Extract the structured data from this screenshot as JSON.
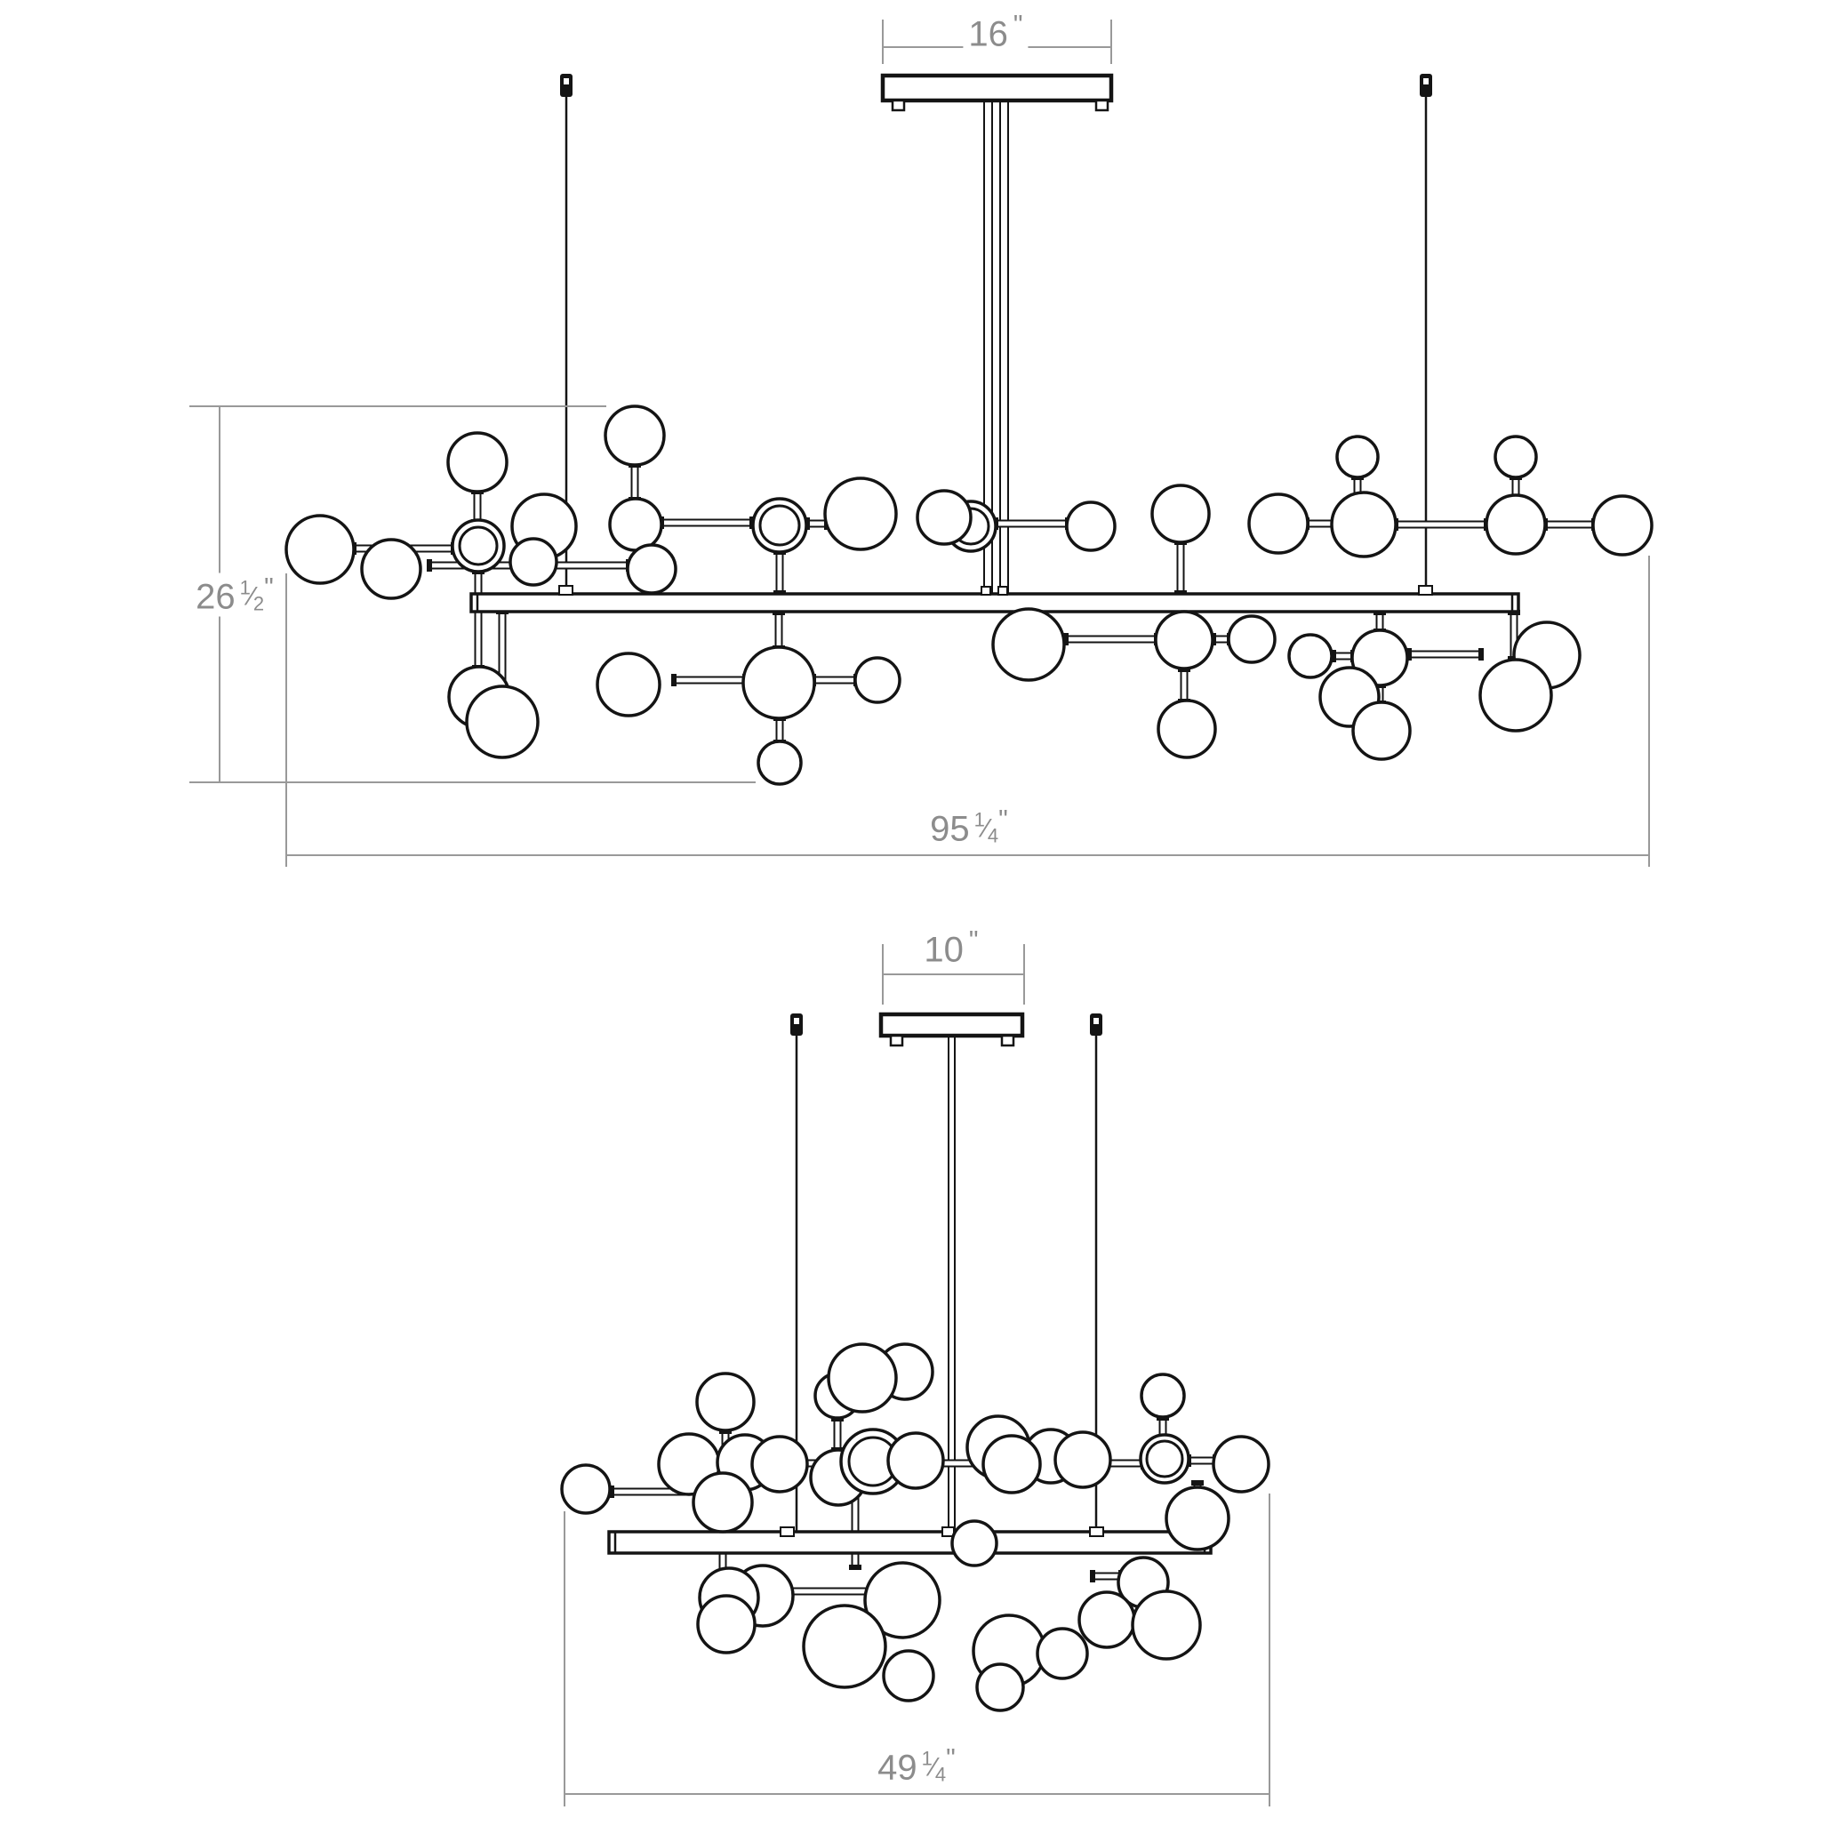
{
  "document": {
    "type": "lighting-fixture-specification-drawing",
    "background": "#ffffff"
  },
  "colors": {
    "line": "#141414",
    "fill": "#ffffff",
    "dimension": "#999999",
    "label": "#8c8c8c"
  },
  "dims": {
    "d16": {
      "whole": "16",
      "unit": "\""
    },
    "d26": {
      "whole": "26",
      "frac_num": "1",
      "frac_slash": "⁄",
      "frac_den": "2",
      "unit": "\""
    },
    "d95": {
      "whole": "95",
      "frac_num": "1",
      "frac_slash": "⁄",
      "frac_den": "4",
      "unit": "\""
    },
    "d10": {
      "whole": "10",
      "unit": "\""
    },
    "d49": {
      "whole": "49",
      "frac_num": "1",
      "frac_slash": "⁄",
      "frac_den": "4",
      "unit": "\""
    }
  },
  "diagram": {
    "dim_lines": {
      "h": [
        [
          993,
          53,
          1250
        ],
        [
          213,
          457,
          682
        ],
        [
          213,
          880,
          850
        ],
        [
          322,
          962,
          1855
        ],
        [
          993,
          1096,
          1152
        ],
        [
          635,
          2018,
          1428
        ]
      ],
      "v": [
        [
          993,
          22,
          72
        ],
        [
          1250,
          22,
          72
        ],
        [
          247,
          457,
          880
        ],
        [
          322,
          645,
          975
        ],
        [
          1855,
          625,
          975
        ],
        [
          993,
          1062,
          1130
        ],
        [
          1152,
          1062,
          1130
        ],
        [
          635,
          1700,
          2032
        ],
        [
          1428,
          1680,
          2032
        ]
      ]
    },
    "views": [
      {
        "name": "side-elevation",
        "cables": [
          [
            637,
            107,
            668
          ],
          [
            1604,
            107,
            668
          ]
        ],
        "fittings": [
          [
            630,
            83,
            14,
            26
          ],
          [
            1597,
            83,
            14,
            26
          ]
        ],
        "rods": [
          [
            1107,
            112,
            9,
            556
          ],
          [
            1125,
            112,
            9,
            556
          ]
        ],
        "canopy": [
          993,
          85,
          257,
          28
        ],
        "feet": [
          [
            1004,
            113,
            13,
            11
          ],
          [
            1233,
            113,
            13,
            11
          ]
        ],
        "rail": [
          530,
          668,
          1178,
          20
        ],
        "sleeves": [
          [
            629,
            659,
            15,
            10
          ],
          [
            1596,
            659,
            15,
            10
          ],
          [
            1104,
            660,
            10,
            9
          ],
          [
            1123,
            660,
            10,
            9
          ]
        ],
        "arms": [
          [
            398,
            617,
            510
          ],
          [
            483,
            636,
            707
          ],
          [
            744,
            588,
            846
          ],
          [
            908,
            589,
            930
          ],
          [
            1120,
            589,
            1201
          ],
          [
            1470,
            589,
            1500
          ],
          [
            1570,
            590,
            1672
          ],
          [
            1738,
            590,
            1793
          ],
          [
            1199,
            719,
            1301
          ],
          [
            1365,
            719,
            1383
          ],
          [
            1500,
            738,
            1522
          ],
          [
            1585,
            736,
            1666
          ],
          [
            758,
            765,
            838
          ],
          [
            915,
            765,
            963
          ]
        ],
        "stems": [
          [
            537,
            553,
            587
          ],
          [
            714,
            523,
            562
          ],
          [
            1328,
            610,
            667
          ],
          [
            1527,
            537,
            559
          ],
          [
            1705,
            537,
            559
          ],
          [
            877,
            621,
            667
          ],
          [
            538,
            643,
            751
          ],
          [
            565,
            688,
            774
          ],
          [
            876,
            689,
            729
          ],
          [
            877,
            808,
            835
          ],
          [
            1332,
            753,
            789
          ],
          [
            1552,
            689,
            710
          ],
          [
            1552,
            771,
            791
          ],
          [
            1703,
            689,
            741
          ]
        ],
        "nodes": [
          [
            "g",
            714,
            490,
            33
          ],
          [
            "g",
            537,
            520,
            33
          ],
          [
            "g",
            1527,
            514,
            23
          ],
          [
            "g",
            1705,
            514,
            23
          ],
          [
            "g",
            1227,
            592,
            27
          ],
          [
            "ring",
            1092,
            592,
            28,
            20
          ],
          [
            "g",
            1062,
            582,
            30
          ],
          [
            "g",
            968,
            578,
            40
          ],
          [
            "ring",
            877,
            591,
            30,
            22
          ],
          [
            "g",
            715,
            590,
            29
          ],
          [
            "g",
            733,
            640,
            27
          ],
          [
            "g",
            612,
            592,
            36
          ],
          [
            "g",
            600,
            632,
            26
          ],
          [
            "ring",
            538,
            614,
            29,
            21
          ],
          [
            "g",
            440,
            640,
            33
          ],
          [
            "g",
            360,
            618,
            38
          ],
          [
            "g",
            1328,
            578,
            32
          ],
          [
            "g",
            1438,
            589,
            33
          ],
          [
            "g",
            1534,
            590,
            36
          ],
          [
            "g",
            1705,
            590,
            33
          ],
          [
            "g",
            1825,
            591,
            33
          ],
          [
            "g",
            707,
            770,
            35
          ],
          [
            "g",
            876,
            768,
            40
          ],
          [
            "g",
            987,
            765,
            25
          ],
          [
            "g",
            877,
            858,
            24
          ],
          [
            "g",
            539,
            784,
            34
          ],
          [
            "g",
            565,
            812,
            40
          ],
          [
            "g",
            1157,
            725,
            40
          ],
          [
            "g",
            1332,
            720,
            32
          ],
          [
            "g",
            1408,
            719,
            26
          ],
          [
            "g",
            1335,
            820,
            32
          ],
          [
            "g",
            1740,
            737,
            37
          ],
          [
            "g",
            1705,
            782,
            40
          ],
          [
            "g",
            1474,
            738,
            24
          ],
          [
            "g",
            1552,
            740,
            31
          ],
          [
            "g",
            1518,
            784,
            33
          ],
          [
            "g",
            1554,
            822,
            32
          ]
        ]
      },
      {
        "name": "end-elevation",
        "cables": [
          [
            896,
            1165,
            1722
          ],
          [
            1233,
            1165,
            1722
          ]
        ],
        "fittings": [
          [
            889,
            1140,
            14,
            25
          ],
          [
            1226,
            1140,
            14,
            25
          ]
        ],
        "rods": [
          [
            1067,
            1164,
            7,
            558
          ]
        ],
        "canopy": [
          991,
          1141,
          159,
          24
        ],
        "feet": [
          [
            1002,
            1165,
            13,
            11
          ],
          [
            1127,
            1165,
            13,
            11
          ]
        ],
        "rail": [
          685,
          1723,
          677,
          24
        ],
        "sleeves": [
          [
            878,
            1718,
            15,
            10
          ],
          [
            1060,
            1718,
            13,
            10
          ],
          [
            1226,
            1718,
            15,
            10
          ]
        ],
        "arms": [
          [
            688,
            1678,
            793
          ],
          [
            745,
            1646,
            1286
          ],
          [
            1337,
            1643,
            1367
          ],
          [
            853,
            1790,
            1011
          ],
          [
            1229,
            1773,
            1261
          ]
        ],
        "stems": [
          [
            816,
            1610,
            1644
          ],
          [
            942,
            1596,
            1631
          ],
          [
            1308,
            1595,
            1617
          ],
          [
            813,
            1650,
            1791
          ],
          [
            962,
            1676,
            1763
          ],
          [
            1347,
            1668,
            1745
          ]
        ],
        "nodes": [
          [
            "g",
            816,
            1577,
            32
          ],
          [
            "g",
            942,
            1570,
            25
          ],
          [
            "g",
            1018,
            1543,
            31
          ],
          [
            "g",
            970,
            1550,
            38
          ],
          [
            "g",
            1308,
            1570,
            24
          ],
          [
            "g",
            1096,
            1736,
            25
          ],
          [
            "g",
            775,
            1647,
            34
          ],
          [
            "g",
            838,
            1645,
            31
          ],
          [
            "g",
            877,
            1647,
            31
          ],
          [
            "g",
            943,
            1662,
            31
          ],
          [
            "ring",
            982,
            1644,
            36,
            27
          ],
          [
            "g",
            1030,
            1643,
            31
          ],
          [
            "g",
            1123,
            1628,
            35
          ],
          [
            "g",
            1182,
            1638,
            30
          ],
          [
            "g",
            1138,
            1647,
            32
          ],
          [
            "g",
            1218,
            1642,
            31
          ],
          [
            "ring",
            1310,
            1641,
            27,
            20
          ],
          [
            "g",
            1396,
            1647,
            31
          ],
          [
            "g",
            659,
            1675,
            27
          ],
          [
            "g",
            813,
            1690,
            33
          ],
          [
            "g",
            1347,
            1708,
            35
          ],
          [
            "g",
            1286,
            1780,
            28
          ],
          [
            "g",
            1015,
            1800,
            42
          ],
          [
            "g",
            858,
            1795,
            34
          ],
          [
            "g",
            820,
            1797,
            33
          ],
          [
            "g",
            817,
            1827,
            32
          ],
          [
            "g",
            1245,
            1822,
            31
          ],
          [
            "g",
            1135,
            1857,
            40
          ],
          [
            "g",
            1195,
            1860,
            28
          ],
          [
            "g",
            1312,
            1828,
            38
          ],
          [
            "g",
            950,
            1852,
            46
          ],
          [
            "g",
            1022,
            1885,
            28
          ],
          [
            "g",
            1125,
            1898,
            26
          ]
        ]
      }
    ]
  }
}
